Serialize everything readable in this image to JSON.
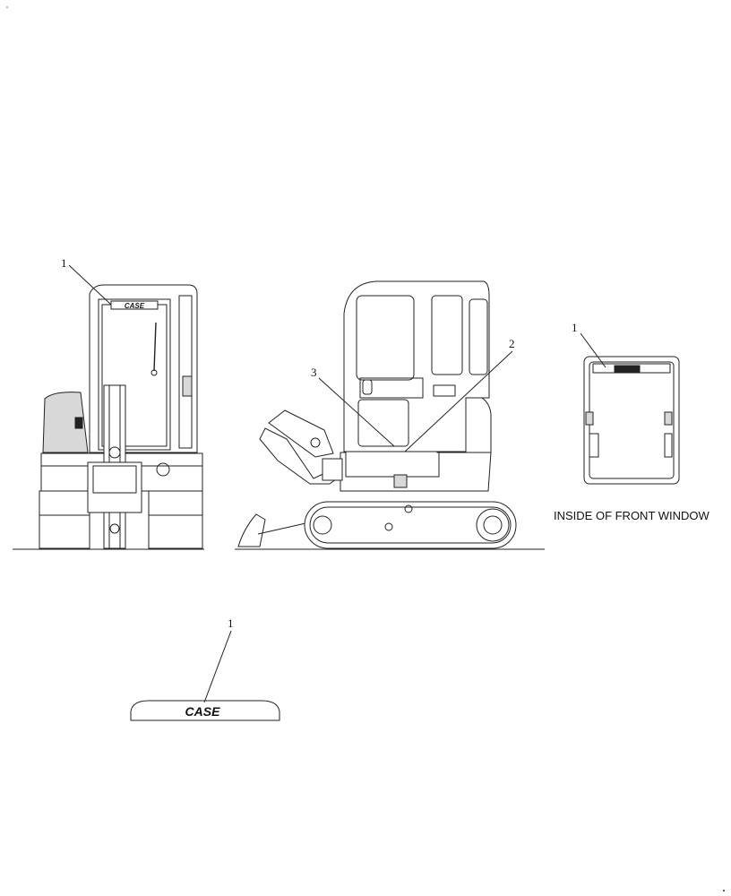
{
  "callouts": {
    "front_view": "1",
    "side_view_a": "2",
    "side_view_b": "3",
    "window_view": "1",
    "decal_detail": "1"
  },
  "window_caption": "INSIDE OF FRONT WINDOW",
  "decal_logo_text": "CASE",
  "front_view_logo_text": "CASE"
}
